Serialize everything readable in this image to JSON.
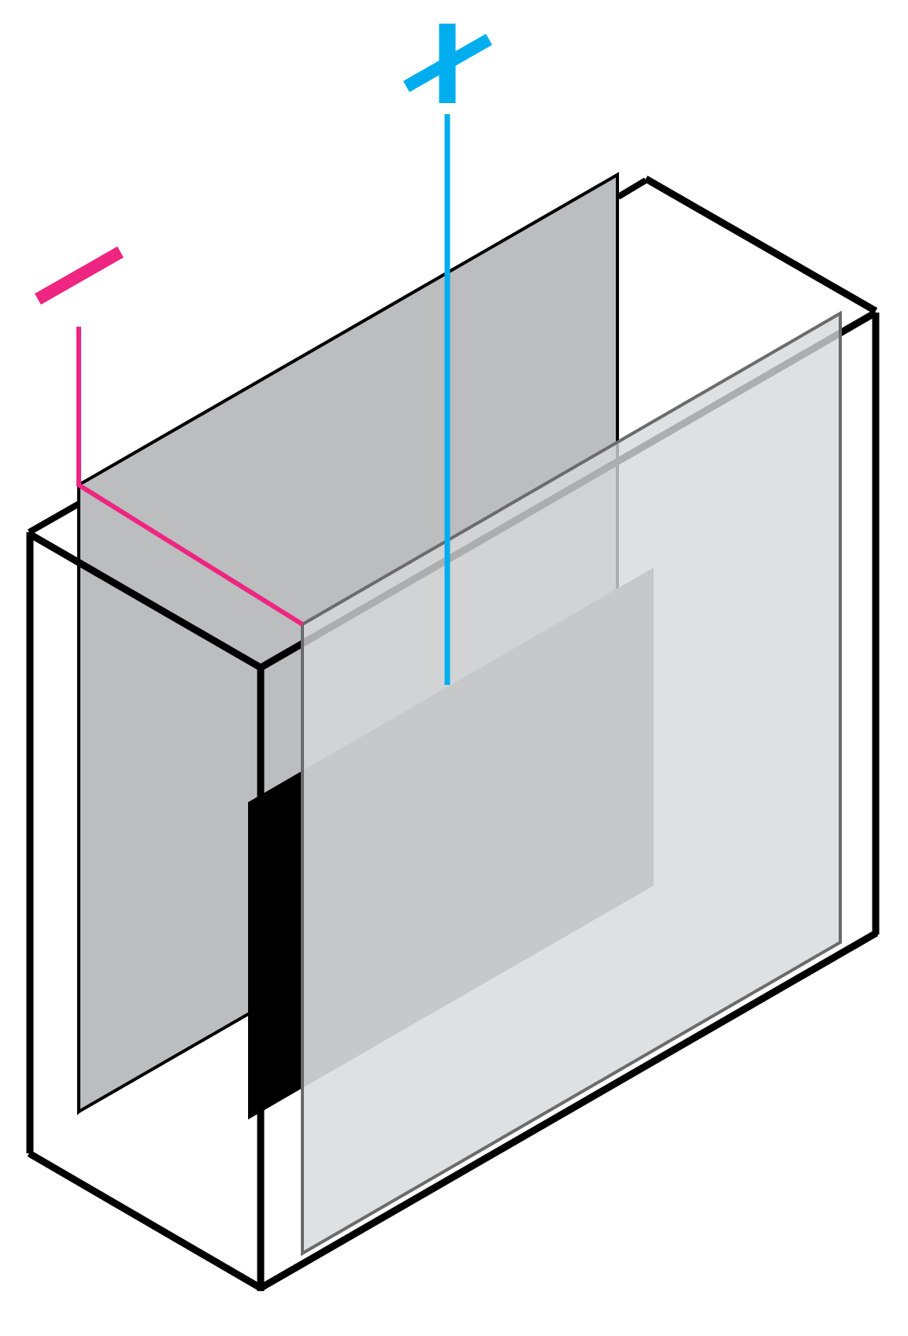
{
  "diagram": {
    "description_type": "isometric electrochemical cell schematic",
    "negative_terminal": {
      "symbol": "minus-sign",
      "color": "#ee2581"
    },
    "positive_terminal": {
      "symbol": "plus-sign",
      "color": "#00aeef"
    },
    "colors": {
      "outline": "#000000",
      "back_plate": "#bcbdbe",
      "front_plate": "#d7d8da",
      "front_plate_edge": "#6b6b6b",
      "middle_block": "#86878a",
      "middle_block_edge": "#000000",
      "background": "#ffffff"
    }
  }
}
